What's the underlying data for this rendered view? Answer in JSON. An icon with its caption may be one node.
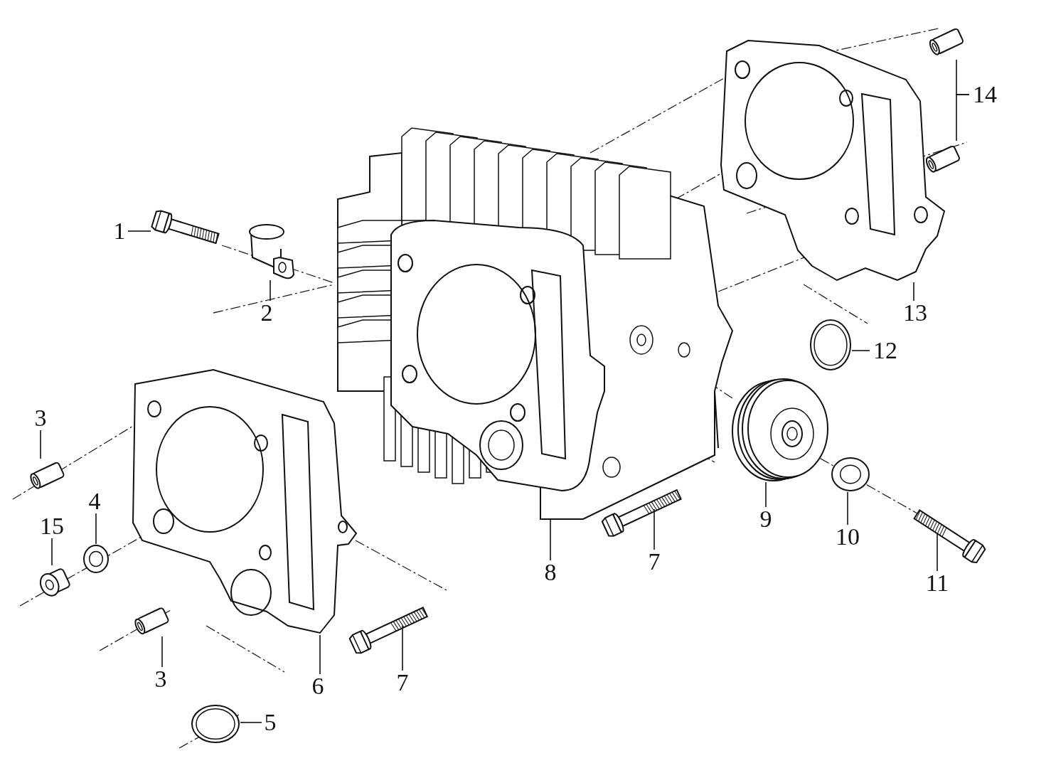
{
  "diagram": {
    "nodes": [
      {
        "text": [
          "1"
        ]
      },
      {
        "text": [],
        "shape": "picture"
      },
      {
        "text": [
          "2"
        ]
      },
      {
        "text": [],
        "shape": "picture"
      },
      {
        "text": [
          "3"
        ]
      },
      {
        "text": [],
        "shape": "picture"
      },
      {
        "text": [
          "3"
        ]
      },
      {
        "text": [],
        "shape": "picture"
      },
      {
        "text": [
          "4"
        ]
      },
      {
        "text": [],
        "shape": "picture"
      },
      {
        "text": [
          "5"
        ]
      },
      {
        "text": [],
        "shape": "picture"
      },
      {
        "text": [
          "6"
        ]
      },
      {
        "text": [],
        "shape": "picture"
      },
      {
        "text": [
          "7"
        ]
      },
      {
        "text": [],
        "shape": "picture"
      },
      {
        "text": [
          "7"
        ]
      },
      {
        "text": [],
        "shape": "picture"
      },
      {
        "text": [
          "8"
        ]
      },
      {
        "text": [],
        "shape": "picture"
      },
      {
        "text": [
          "9"
        ]
      },
      {
        "text": [],
        "shape": "picture"
      },
      {
        "text": [
          "10"
        ]
      },
      {
        "text": [],
        "shape": "picture"
      },
      {
        "text": [
          "11"
        ]
      },
      {
        "text": [],
        "shape": "picture"
      },
      {
        "text": [
          "12"
        ]
      },
      {
        "text": [],
        "shape": "picture"
      },
      {
        "text": [
          "13"
        ]
      },
      {
        "text": [],
        "shape": "picture"
      },
      {
        "text": [
          "14"
        ]
      },
      {
        "text": [],
        "shape": "picture"
      },
      {
        "text": [],
        "shape": "picture"
      },
      {
        "text": [
          "15"
        ]
      },
      {
        "text": [],
        "shape": "picture"
      }
    ],
    "edges": [
      {
        "from": 0,
        "to": 1,
        "arrow": "none"
      },
      {
        "from": 2,
        "to": 3,
        "arrow": "none"
      },
      {
        "from": 4,
        "to": 5,
        "arrow": "none"
      },
      {
        "from": 6,
        "to": 7,
        "arrow": "none"
      },
      {
        "from": 8,
        "to": 9,
        "arrow": "none"
      },
      {
        "from": 10,
        "to": 11,
        "arrow": "none"
      },
      {
        "from": 12,
        "to": 13,
        "arrow": "none"
      },
      {
        "from": 14,
        "to": 15,
        "arrow": "none"
      },
      {
        "from": 16,
        "to": 17,
        "arrow": "none"
      },
      {
        "from": 18,
        "to": 19,
        "arrow": "none"
      },
      {
        "from": 20,
        "to": 21,
        "arrow": "none"
      },
      {
        "from": 22,
        "to": 23,
        "arrow": "none"
      },
      {
        "from": 24,
        "to": 25,
        "arrow": "none"
      },
      {
        "from": 26,
        "to": 27,
        "arrow": "none"
      },
      {
        "from": 28,
        "to": 29,
        "arrow": "none"
      },
      {
        "from": 30,
        "to": 31,
        "arrow": "none"
      },
      {
        "from": 30,
        "to": 32,
        "arrow": "none"
      },
      {
        "from": 33,
        "to": 34,
        "arrow": "none"
      }
    ]
  }
}
